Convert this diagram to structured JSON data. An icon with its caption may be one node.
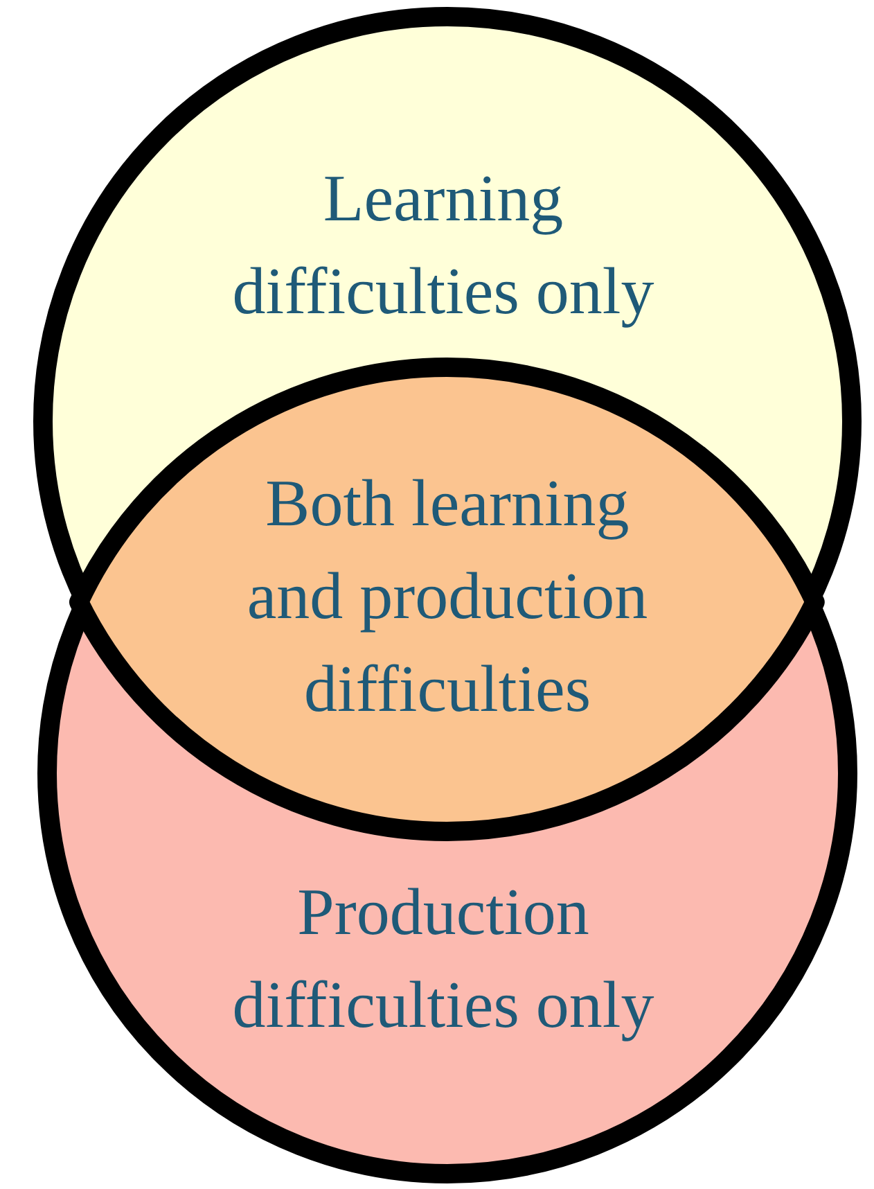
{
  "diagram": {
    "nodes": [
      {
        "text": [
          "Learning difficulties only"
        ]
      },
      {
        "text": [
          "Both learning and production difficulties"
        ]
      },
      {
        "text": [
          "Production difficulties only"
        ]
      }
    ]
  }
}
